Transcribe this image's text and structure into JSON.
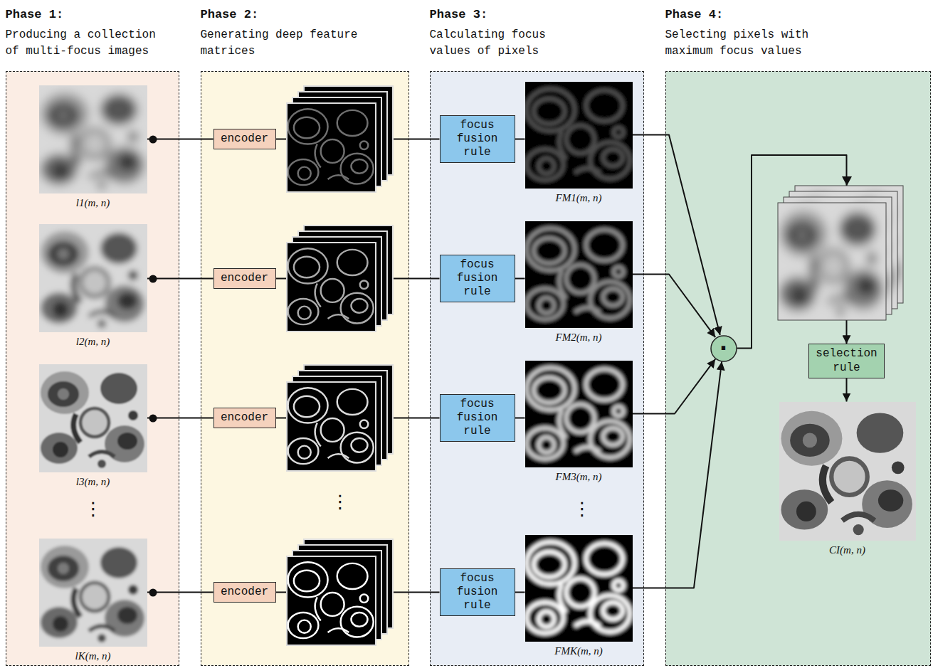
{
  "diagram": {
    "nodes": [
      {
        "text": [
          "Phase 1:",
          "Producing a collection of multi-focus images"
        ]
      },
      {
        "text": [
          "l1(m, n)"
        ],
        "in": 0
      },
      {
        "text": [
          "l2(m, n)"
        ],
        "in": 0
      },
      {
        "text": [
          "l3(m, n)"
        ],
        "in": 0
      },
      {
        "text": [
          "lK(m, n)"
        ],
        "in": 0
      },
      {
        "text": [
          "Phase 2:",
          "Generating deep feature matrices"
        ]
      },
      {
        "text": [
          "encoder"
        ],
        "in": 5
      },
      {
        "text": [
          "encoder"
        ],
        "in": 5
      },
      {
        "text": [
          "encoder"
        ],
        "in": 5
      },
      {
        "text": [
          "encoder"
        ],
        "in": 5
      },
      {
        "text": [
          "Phase 3:",
          "Calculating focus values of pixels"
        ]
      },
      {
        "text": [
          "focus fusion rule"
        ],
        "in": 10
      },
      {
        "text": [
          "focus fusion rule"
        ],
        "in": 10
      },
      {
        "text": [
          "focus fusion rule"
        ],
        "in": 10
      },
      {
        "text": [
          "focus fusion rule"
        ],
        "in": 10
      },
      {
        "text": [
          "FM1(m, n)"
        ],
        "in": 10
      },
      {
        "text": [
          "FM2(m, n)"
        ],
        "in": 10
      },
      {
        "text": [
          "FM3(m, n)"
        ],
        "in": 10
      },
      {
        "text": [
          "FMK(m, n)"
        ],
        "in": 10
      },
      {
        "text": [
          "Phase 4:",
          "Selecting pixels with maximum focus values"
        ]
      },
      {
        "text": [
          "·"
        ],
        "in": 19
      },
      {
        "text": [
          "selection rule"
        ],
        "in": 19
      },
      {
        "text": [
          "CI(m, n)"
        ],
        "in": 19
      }
    ],
    "edges": [
      {
        "from": 1,
        "to": 6,
        "arrow": "none"
      },
      {
        "from": 2,
        "to": 7,
        "arrow": "none"
      },
      {
        "from": 3,
        "to": 8,
        "arrow": "none"
      },
      {
        "from": 4,
        "to": 9,
        "arrow": "none"
      },
      {
        "from": 6,
        "to": 11,
        "arrow": "none"
      },
      {
        "from": 7,
        "to": 12,
        "arrow": "none"
      },
      {
        "from": 8,
        "to": 13,
        "arrow": "none"
      },
      {
        "from": 9,
        "to": 14,
        "arrow": "none"
      },
      {
        "from": 11,
        "to": 15,
        "arrow": "none"
      },
      {
        "from": 12,
        "to": 16,
        "arrow": "none"
      },
      {
        "from": 13,
        "to": 17,
        "arrow": "none"
      },
      {
        "from": 14,
        "to": 18,
        "arrow": "none"
      },
      {
        "from": 15,
        "to": 20,
        "arrow": "to"
      },
      {
        "from": 16,
        "to": 20,
        "arrow": "to"
      },
      {
        "from": 17,
        "to": 20,
        "arrow": "to"
      },
      {
        "from": 18,
        "to": 20,
        "arrow": "to"
      },
      {
        "from": 20,
        "to": 21,
        "arrow": "to"
      },
      {
        "from": 21,
        "to": 22,
        "arrow": "to"
      }
    ],
    "labels": [
      "⋮",
      "⋮",
      "⋮"
    ]
  }
}
